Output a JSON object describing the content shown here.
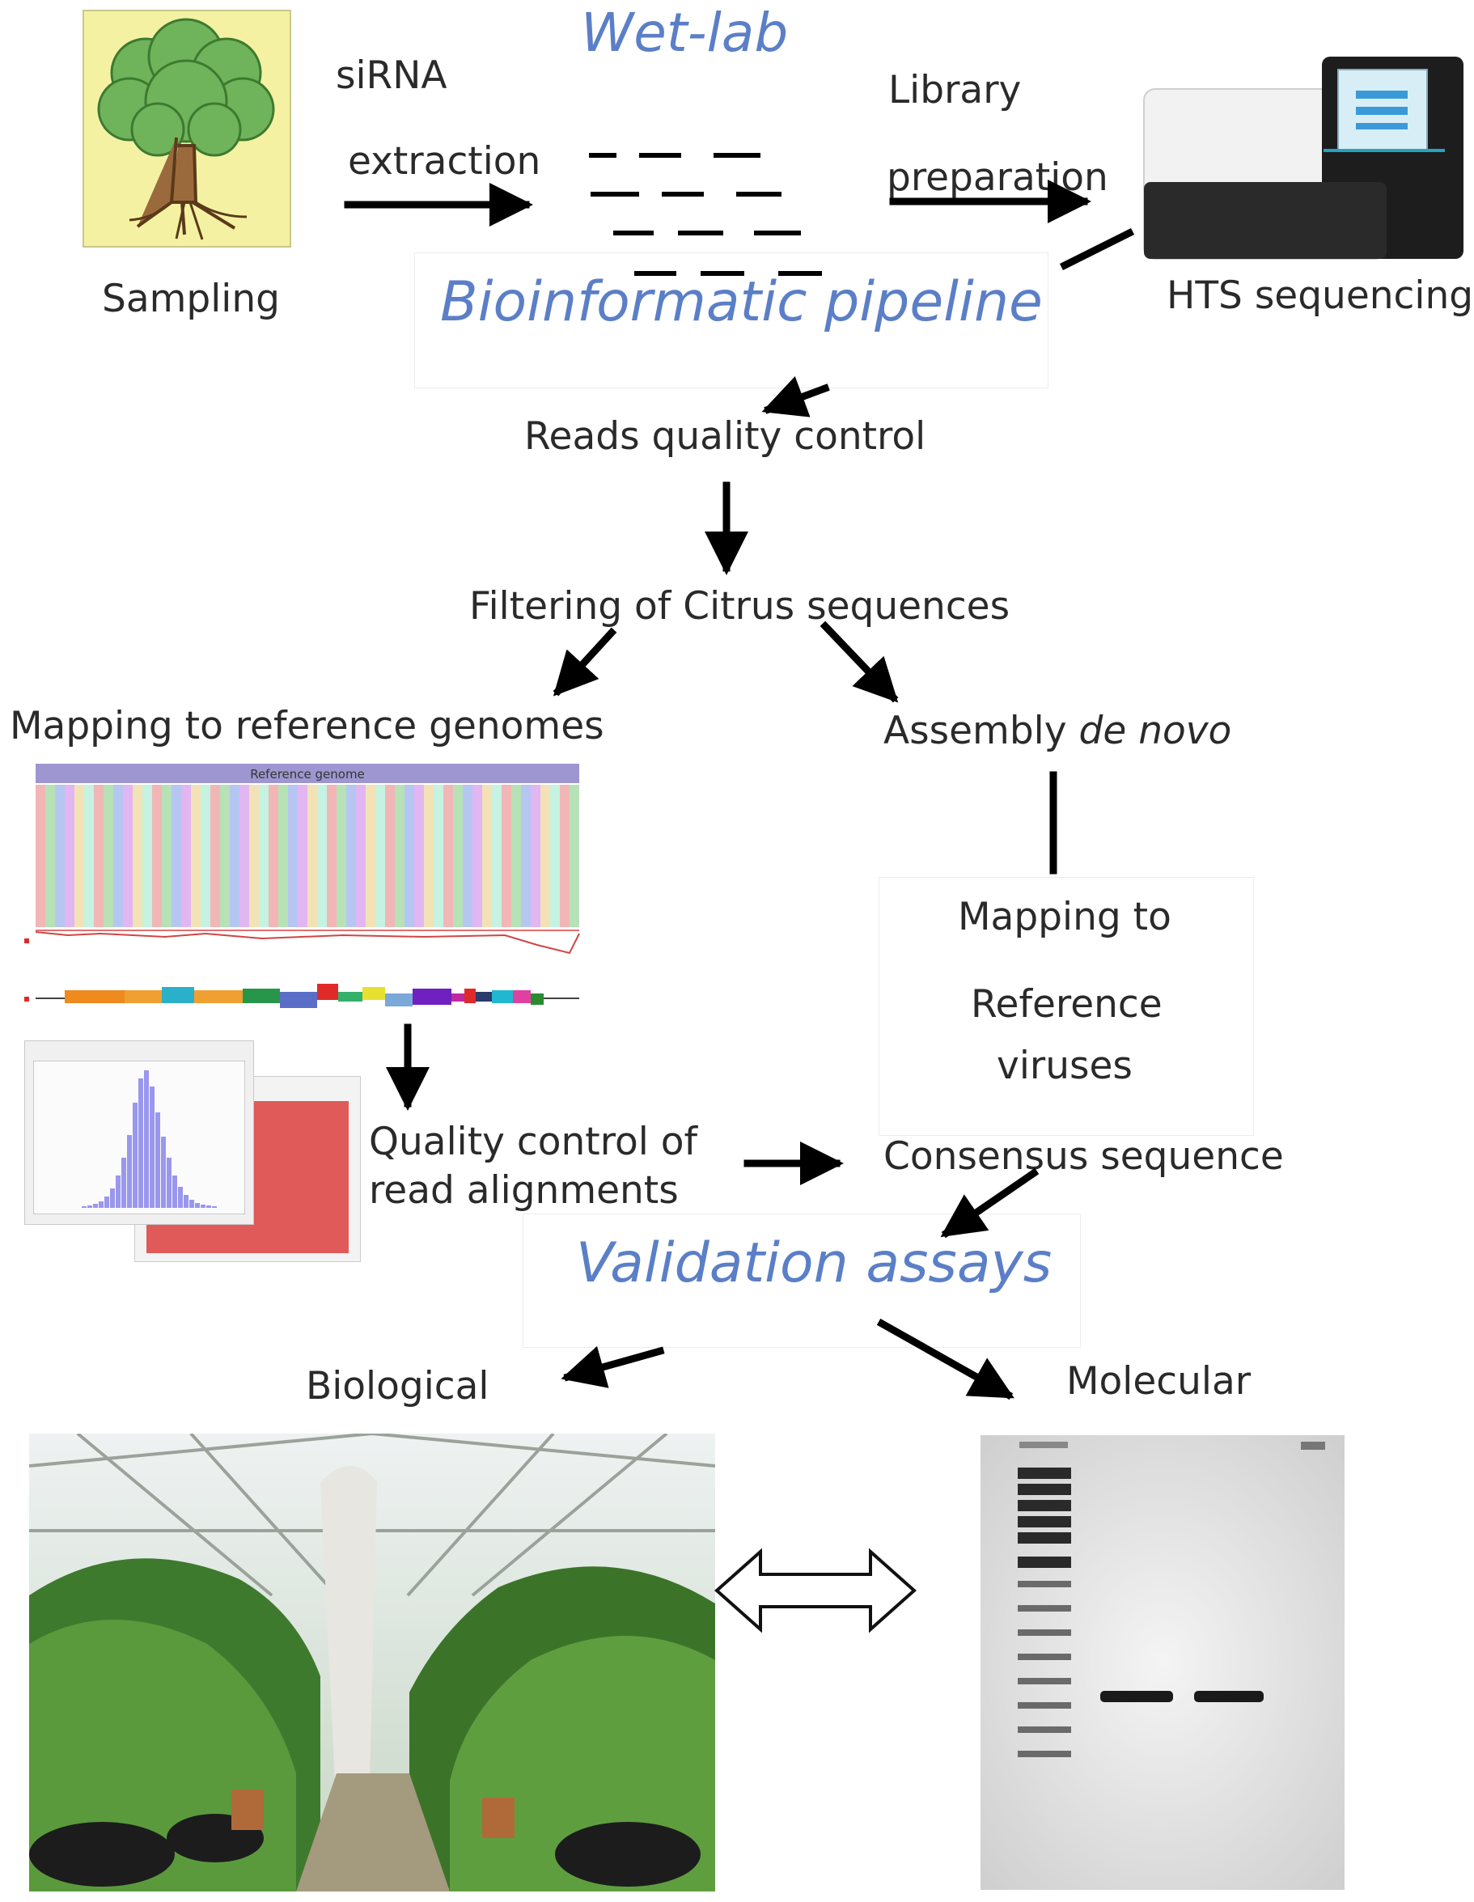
{
  "sections": {
    "wet_lab": "Wet-lab",
    "bioinformatic": "Bioinformatic pipeline",
    "validation": "Validation assays"
  },
  "labels": {
    "sirna": "siRNA",
    "extraction": "extraction",
    "library": "Library",
    "preparation": "preparation",
    "sampling": "Sampling",
    "hts": "HTS sequencing",
    "reads_qc": "Reads quality control",
    "filtering": "Filtering of Citrus sequences",
    "mapping_ref": "Mapping to reference genomes",
    "assembly": "Assembly",
    "assembly_italic": "de novo",
    "mapping_to": "Mapping to",
    "reference": "Reference",
    "viruses": "viruses",
    "qc_align_1": "Quality control of",
    "qc_align_2": "read alignments",
    "consensus": "Consensus sequence",
    "biological": "Biological",
    "molecular": "Molecular"
  },
  "genome_viewer_title": "Reference genome",
  "colors": {
    "heading_blue": "#5b7fc7",
    "arrow": "#000000",
    "histogram_bar": "#9a97ee",
    "coverage_red": "#e05a5a"
  },
  "icons": [
    "tree-icon",
    "sequencer-icon",
    "genome-viewer-thumbnail",
    "histogram-thumbnail",
    "greenhouse-photo",
    "gel-electrophoresis-photo",
    "double-arrow-icon"
  ]
}
